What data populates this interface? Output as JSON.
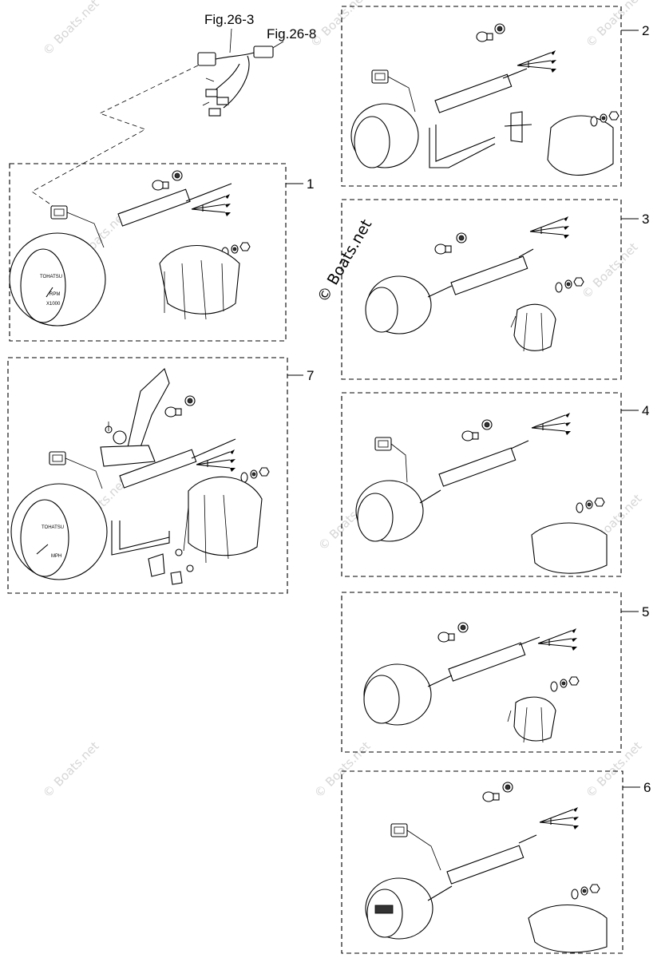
{
  "refs": {
    "fig_26_3": "Fig.26-3",
    "fig_26_8": "Fig.26-8"
  },
  "callouts": {
    "c1": "1",
    "c2": "2",
    "c3": "3",
    "c4": "4",
    "c5": "5",
    "c6": "6",
    "c7": "7"
  },
  "watermark": {
    "center_text": "© Boats.net",
    "tile_text": "© Boats.net"
  },
  "gauge_text": {
    "tohatsu": "TOHATSU",
    "rpm": "RPM",
    "x1000": "X1000",
    "mph": "MPH"
  }
}
